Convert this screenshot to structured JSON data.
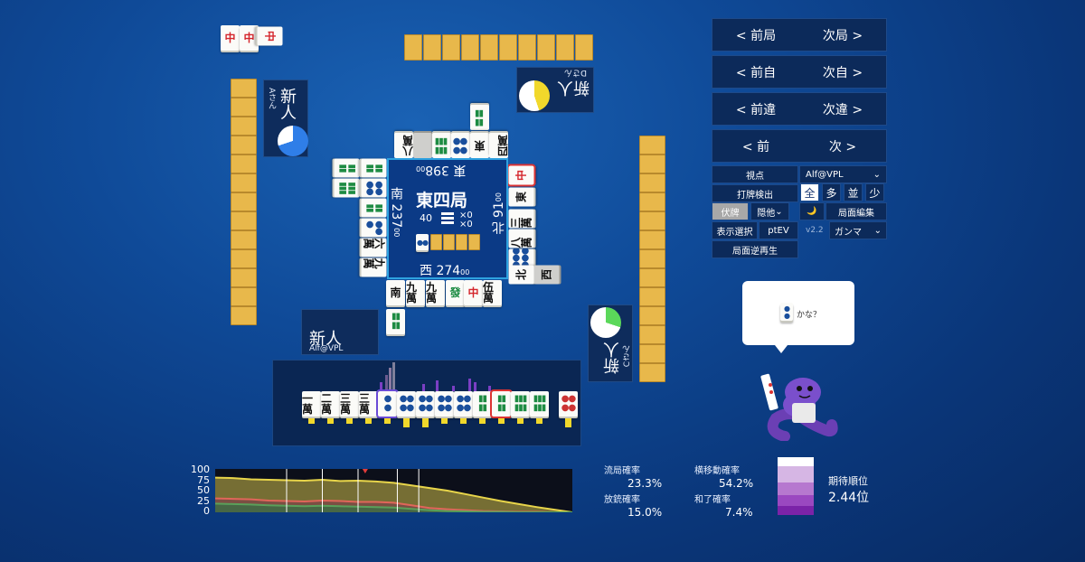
{
  "nav": {
    "prev_round": "< 前局",
    "next_round": "次局 >",
    "prev_self": "< 前自",
    "next_self": "次自 >",
    "prev_diff": "< 前違",
    "next_diff": "次違 >",
    "prev": "< 前",
    "next": "次 >"
  },
  "controls": {
    "viewpoint_label": "視点",
    "viewpoint_value": "Alf@VPL",
    "discard_detect_label": "打牌検出",
    "seg_all": "全",
    "seg_many": "多",
    "seg_normal": "並",
    "seg_few": "少",
    "fuse_label": "伏牌",
    "hidden_select": "隠他",
    "moon_icon": "🌙",
    "edit_label": "局面編集",
    "display_select_label": "表示選択",
    "ptev_label": "ptEV",
    "version": "v2.2",
    "gamma_select": "ガンマ",
    "reverse_play_label": "局面逆再生"
  },
  "round": {
    "title": "東四局",
    "honba": "40",
    "stick_a": "×0",
    "stick_b": "×0"
  },
  "scores": {
    "east": "東 398",
    "east_sub": "00",
    "south": "南 237",
    "south_sub": "00",
    "west": "西 274",
    "west_sub": "00",
    "north": "北 91",
    "north_sub": "00"
  },
  "players": {
    "left_name": "新人",
    "left_id": "Aさん",
    "top_name": "新人",
    "top_id": "Dさん",
    "bottom_name": "新人",
    "bottom_id": "Alf@VPL",
    "right_name": "新人",
    "right_id": "Cさん"
  },
  "bubble": {
    "text": "かな？"
  },
  "stats": {
    "ryukyoku_label": "流局確率",
    "ryukyoku_value": "23.3%",
    "yokoido_label": "横移動確率",
    "yokoido_value": "54.2%",
    "houju_label": "放銃確率",
    "houju_value": "15.0%",
    "agari_label": "和了確率",
    "agari_value": "7.4%",
    "rank_label": "期待順位",
    "rank_value": "2.44位"
  },
  "chart_data": {
    "type": "area",
    "yticks": [
      "100",
      "75",
      "50",
      "25",
      "0"
    ],
    "ylim": [
      0,
      100
    ],
    "x": [
      0,
      5,
      10,
      15,
      20,
      25,
      30,
      35,
      40,
      45,
      50,
      55,
      60,
      65,
      70,
      75,
      80,
      85,
      90,
      95,
      100
    ],
    "series": [
      {
        "values": [
          80,
          79,
          76,
          75,
          74,
          73,
          75,
          72,
          73,
          71,
          68,
          62,
          56,
          50,
          42,
          34,
          26,
          19,
          12,
          6,
          0
        ]
      },
      {
        "values": [
          32,
          31,
          30,
          27,
          26,
          25,
          27,
          26,
          24,
          24,
          22,
          16,
          10,
          7,
          5,
          3,
          2,
          1,
          1,
          0,
          0
        ]
      },
      {
        "values": [
          20,
          19,
          18,
          16,
          15,
          14,
          15,
          14,
          13,
          12,
          11,
          8,
          5,
          3,
          2,
          1,
          1,
          0,
          0,
          0,
          0
        ]
      }
    ],
    "colors": [
      "#e8d54a",
      "#e0665a",
      "#5aa05a"
    ],
    "marker_x": 42,
    "vlines": [
      20,
      30,
      40,
      51,
      57
    ]
  },
  "colors": {
    "tile_back": "#e8b84b",
    "center_border": "#2ea2e0",
    "accent_purple": "#7b3fc4"
  }
}
